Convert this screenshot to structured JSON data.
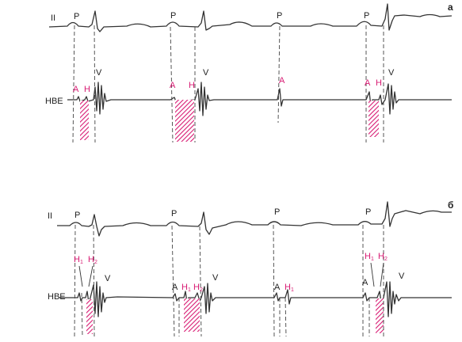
{
  "panels": [
    {
      "id": "a",
      "label": "а",
      "lead_label": "II",
      "his_label": "HBE",
      "p_label": "P",
      "v_label": "V",
      "a_label": "A",
      "h_label": "H"
    },
    {
      "id": "b",
      "label": "б",
      "lead_label": "II",
      "his_label": "HBE",
      "p_label": "P",
      "v_label": "V",
      "a_label": "A",
      "h_base": "H",
      "h1_sub": "1",
      "h2_sub": "2"
    }
  ],
  "colors": {
    "trace": "#333333",
    "highlight": "#d81b73"
  }
}
